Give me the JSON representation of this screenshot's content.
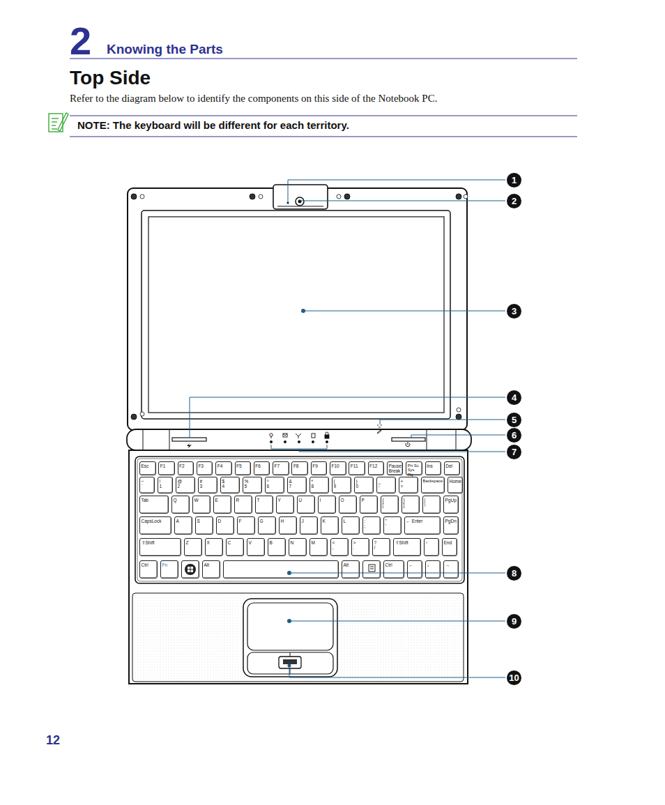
{
  "diagram": {
    "title": "Top Side",
    "nodes": [
      {
        "text": [
          "Esc"
        ]
      },
      {
        "text": [
          "F1"
        ]
      },
      {
        "text": [
          "F2"
        ]
      },
      {
        "text": [
          "F3"
        ]
      },
      {
        "text": [
          "F4"
        ]
      },
      {
        "text": [
          "F5"
        ]
      },
      {
        "text": [
          "F6"
        ]
      },
      {
        "text": [
          "F7"
        ]
      },
      {
        "text": [
          "F8"
        ]
      },
      {
        "text": [
          "F9"
        ]
      },
      {
        "text": [
          "F10"
        ]
      },
      {
        "text": [
          "F11"
        ]
      },
      {
        "text": [
          "F12"
        ]
      },
      {
        "text": [
          "Pause Break"
        ]
      },
      {
        "text": [
          "Prt Sc Sys Rq"
        ]
      },
      {
        "text": [
          "Ins"
        ]
      },
      {
        "text": [
          "Del"
        ]
      },
      {
        "text": [
          "~",
          "`"
        ]
      },
      {
        "text": [
          "!",
          "1"
        ]
      },
      {
        "text": [
          "@",
          "2"
        ]
      },
      {
        "text": [
          "#",
          "3"
        ]
      },
      {
        "text": [
          "$",
          "4"
        ]
      },
      {
        "text": [
          "%",
          "5"
        ]
      },
      {
        "text": [
          "^",
          "6"
        ]
      },
      {
        "text": [
          "&",
          "7"
        ]
      },
      {
        "text": [
          "*",
          "8"
        ]
      },
      {
        "text": [
          "(",
          "9"
        ]
      },
      {
        "text": [
          ")",
          "0"
        ]
      },
      {
        "text": [
          "_",
          "-"
        ]
      },
      {
        "text": [
          "+",
          "="
        ]
      },
      {
        "text": [
          "Backspace"
        ]
      },
      {
        "text": [
          "Home"
        ]
      },
      {
        "text": [
          "Tab"
        ]
      },
      {
        "text": [
          "Q"
        ]
      },
      {
        "text": [
          "W"
        ]
      },
      {
        "text": [
          "E"
        ]
      },
      {
        "text": [
          "R"
        ]
      },
      {
        "text": [
          "T"
        ]
      },
      {
        "text": [
          "Y"
        ]
      },
      {
        "text": [
          "U"
        ]
      },
      {
        "text": [
          "I"
        ]
      },
      {
        "text": [
          "O"
        ]
      },
      {
        "text": [
          "P"
        ]
      },
      {
        "text": [
          "{",
          "["
        ]
      },
      {
        "text": [
          "}",
          "]"
        ]
      },
      {
        "text": [
          "|",
          "\\"
        ]
      },
      {
        "text": [
          "PgUp"
        ]
      },
      {
        "text": [
          "CapsLock"
        ]
      },
      {
        "text": [
          "A"
        ]
      },
      {
        "text": [
          "S"
        ]
      },
      {
        "text": [
          "D"
        ]
      },
      {
        "text": [
          "F"
        ]
      },
      {
        "text": [
          "G"
        ]
      },
      {
        "text": [
          "H"
        ]
      },
      {
        "text": [
          "J"
        ]
      },
      {
        "text": [
          "K"
        ]
      },
      {
        "text": [
          "L"
        ]
      },
      {
        "text": [
          ":",
          ";"
        ]
      },
      {
        "text": [
          "\"",
          "'"
        ]
      },
      {
        "text": [
          "← Enter"
        ]
      },
      {
        "text": [
          "PgDn"
        ]
      },
      {
        "text": [
          "⇧Shift"
        ]
      },
      {
        "text": [
          "Z"
        ]
      },
      {
        "text": [
          "X"
        ]
      },
      {
        "text": [
          "C"
        ]
      },
      {
        "text": [
          "V"
        ]
      },
      {
        "text": [
          "B"
        ]
      },
      {
        "text": [
          "N"
        ]
      },
      {
        "text": [
          "M"
        ]
      },
      {
        "text": [
          "<",
          ","
        ]
      },
      {
        "text": [
          ">",
          "."
        ]
      },
      {
        "text": [
          "?",
          "/"
        ]
      },
      {
        "text": [
          "⇧Shift"
        ]
      },
      {
        "text": [
          "↑"
        ]
      },
      {
        "text": [
          "End"
        ]
      },
      {
        "text": [
          "Ctrl"
        ]
      },
      {
        "text": [
          "Fn"
        ]
      },
      {
        "text": [
          "Alt"
        ]
      },
      {
        "text": [
          "Alt"
        ]
      },
      {
        "text": [
          "Ctrl"
        ]
      },
      {
        "text": [
          "←"
        ]
      },
      {
        "text": [
          "↓"
        ]
      },
      {
        "text": [
          "→"
        ]
      }
    ],
    "labels": [
      "2",
      "Knowing the Parts",
      "Refer to the diagram below to identify the components on this side of the Notebook PC.",
      "NOTE: The keyboard will be different for each territory.",
      "1",
      "2",
      "3",
      "4",
      "5",
      "6",
      "7",
      "8",
      "9",
      "10",
      "12"
    ]
  }
}
